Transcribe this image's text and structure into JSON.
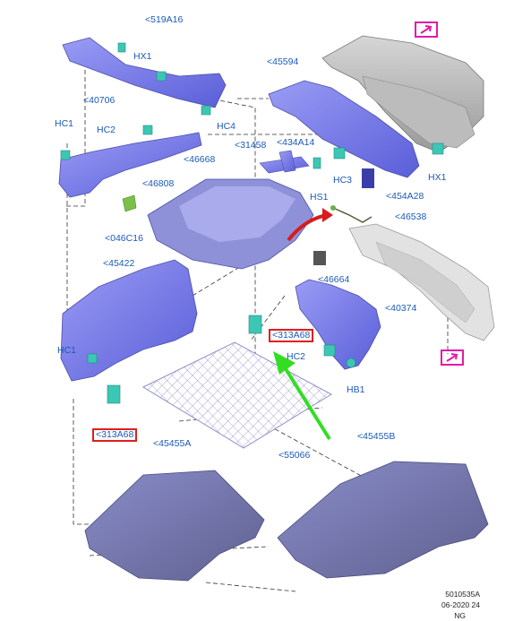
{
  "labels": {
    "l519A16": "<519A16",
    "hx1_top": "HX1",
    "l40706": "<40706",
    "hc4": "HC4",
    "l45594": "<45594",
    "hc1_top": "HC1",
    "hc2_top": "HC2",
    "l31458": "<31458",
    "l434A14": "<434A14",
    "hx1_right": "HX1",
    "l46668": "<46668",
    "l46808": "<46808",
    "hs1": "HS1",
    "hc3": "HC3",
    "l454A28": "<454A28",
    "l046C16": "<046C16",
    "l46538": "<46538",
    "l45422": "<45422",
    "l46664": "<46664",
    "l40374": "<40374",
    "l313A68_center": "<313A68",
    "hc2_bottom": "HC2",
    "hb1": "HB1",
    "hc1_left": "HC1",
    "l313A68_left": "<313A68",
    "l45455A": "<45455A",
    "l55066": "<55066",
    "l45455B": "<45455B"
  },
  "footer": {
    "code": "5010535A",
    "date": "06-2020 24",
    "suffix": "NG"
  },
  "colors": {
    "label_blue": "#1a5ab8",
    "highlight_red": "#e01e1e",
    "nav_magenta": "#e21aa6",
    "pointer_green": "#33dd22",
    "part_purple": "#7b7fe8",
    "clip_teal": "#3cc7b5"
  },
  "icons": [
    "navigation-arrow-icon",
    "navigation-arrow-icon"
  ]
}
